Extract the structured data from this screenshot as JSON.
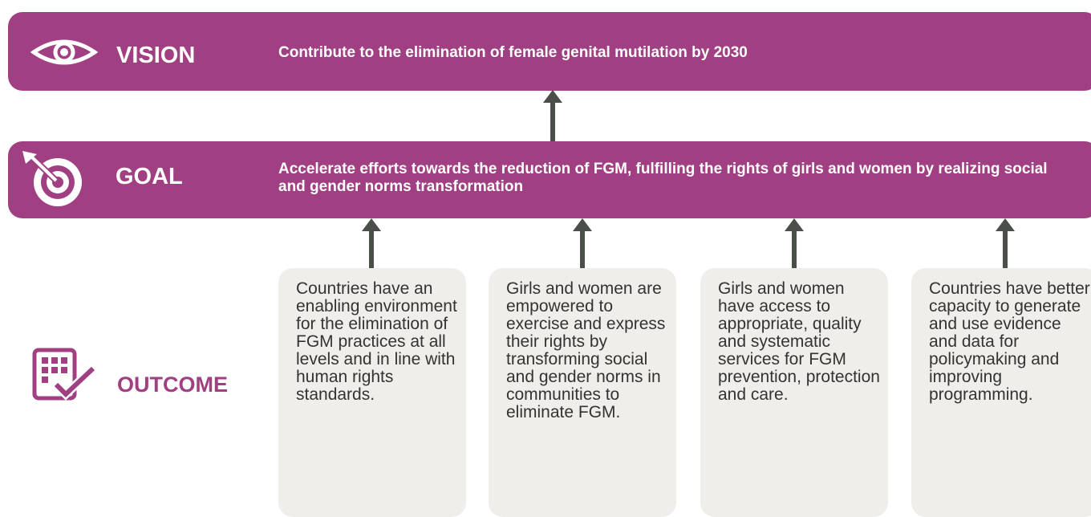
{
  "colors": {
    "accent": "#a03f82",
    "card_bg": "#efeeea",
    "arrow": "#4a4f49"
  },
  "vision": {
    "icon": "eye-icon",
    "label": "VISION",
    "text": "Contribute to the elimination of female genital mutilation by 2030"
  },
  "goal": {
    "icon": "target-icon",
    "label": "GOAL",
    "text": "Accelerate efforts towards the reduction of FGM, fulfilling the rights of girls and women by realizing social and gender norms transformation"
  },
  "outcome": {
    "icon": "checklist-icon",
    "label": "OUTCOME",
    "items": [
      "Countries have an enabling environment for the elimination of FGM practices at all levels and in line with human rights standards.",
      "Girls and women are empowered to exercise and express their rights by transforming social and gender norms in communities to eliminate FGM.",
      "Girls and women have access to appropriate, quality and systematic services for FGM prevention, protection and care.",
      "Countries have better capacity to generate and use evidence and data for policymaking and improving programming."
    ]
  }
}
